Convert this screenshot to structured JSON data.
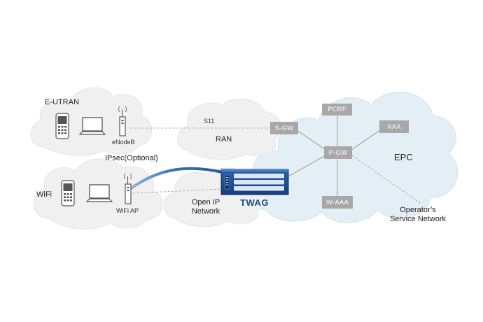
{
  "regions": {
    "eutran": "E-UTRAN",
    "wifi": "WiFi",
    "ran": "RAN",
    "epc": "EPC",
    "open_ip_line1": "Open IP",
    "open_ip_line2": "Network",
    "operator_line1": "Operator’s",
    "operator_line2": "Service Network"
  },
  "nodes": {
    "pcrf": "PCRF",
    "sgw": "S-GW",
    "aaa": "AAA",
    "pgw": "P-GW",
    "waaa": "W-AAA",
    "twag": "TWAG"
  },
  "labels": {
    "enodeb": "eNodeB",
    "wifi_ap": "WiFi AP",
    "s11": "S11",
    "ipsec": "IPsec(Optional)"
  },
  "colors": {
    "cloud_gray": "#f0f0f0",
    "cloud_blue": "#e3eff4",
    "node_gray": "#a8a8a8",
    "twag_blue": "#1d4f91",
    "tunnel_blue": "#3a6aa8"
  }
}
